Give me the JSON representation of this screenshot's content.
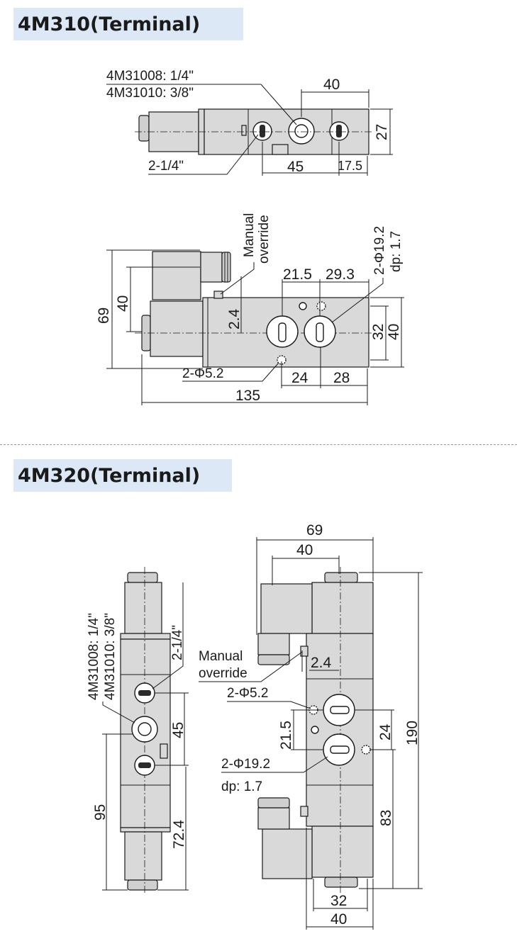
{
  "sections": [
    {
      "title": "4M310(Terminal)",
      "top_view": {
        "port_labels": [
          "4M31008: 1/4\"",
          "4M31010: 3/8\""
        ],
        "thread_label": "2-1/4\"",
        "dims": {
          "width_40": "40",
          "height_27": "27",
          "pitch_45": "45",
          "offset_17_5": "17.5"
        }
      },
      "side_view": {
        "manual_override": [
          "Manual",
          "override"
        ],
        "mount_holes": [
          "2-Φ19.2",
          "dp: 1.7"
        ],
        "small_holes": "2-Φ5.2",
        "dims": {
          "h69": "69",
          "h40": "40",
          "d2_4": "2.4",
          "d21_5": "21.5",
          "d29_3": "29.3",
          "h32": "32",
          "h40b": "40",
          "d24": "24",
          "d28": "28",
          "len135": "135"
        }
      }
    },
    {
      "title": "4M320(Terminal)",
      "front_view": {
        "port_labels": [
          "4M31008: 1/4\"",
          "4M31010: 3/8\""
        ],
        "thread_label": "2-1/4\"",
        "dims": {
          "d45": "45",
          "d95": "95",
          "d72_4": "72.4"
        }
      },
      "side_view": {
        "manual_override": [
          "Manual",
          "override"
        ],
        "small_holes": "2-Φ5.2",
        "mount_holes": [
          "2-Φ19.2",
          "dp: 1.7"
        ],
        "dims": {
          "w69": "69",
          "w40": "40",
          "d2_4": "2.4",
          "d21_5": "21.5",
          "d24": "24",
          "h190": "190",
          "h83": "83",
          "w32": "32",
          "w40b": "40"
        }
      }
    }
  ]
}
